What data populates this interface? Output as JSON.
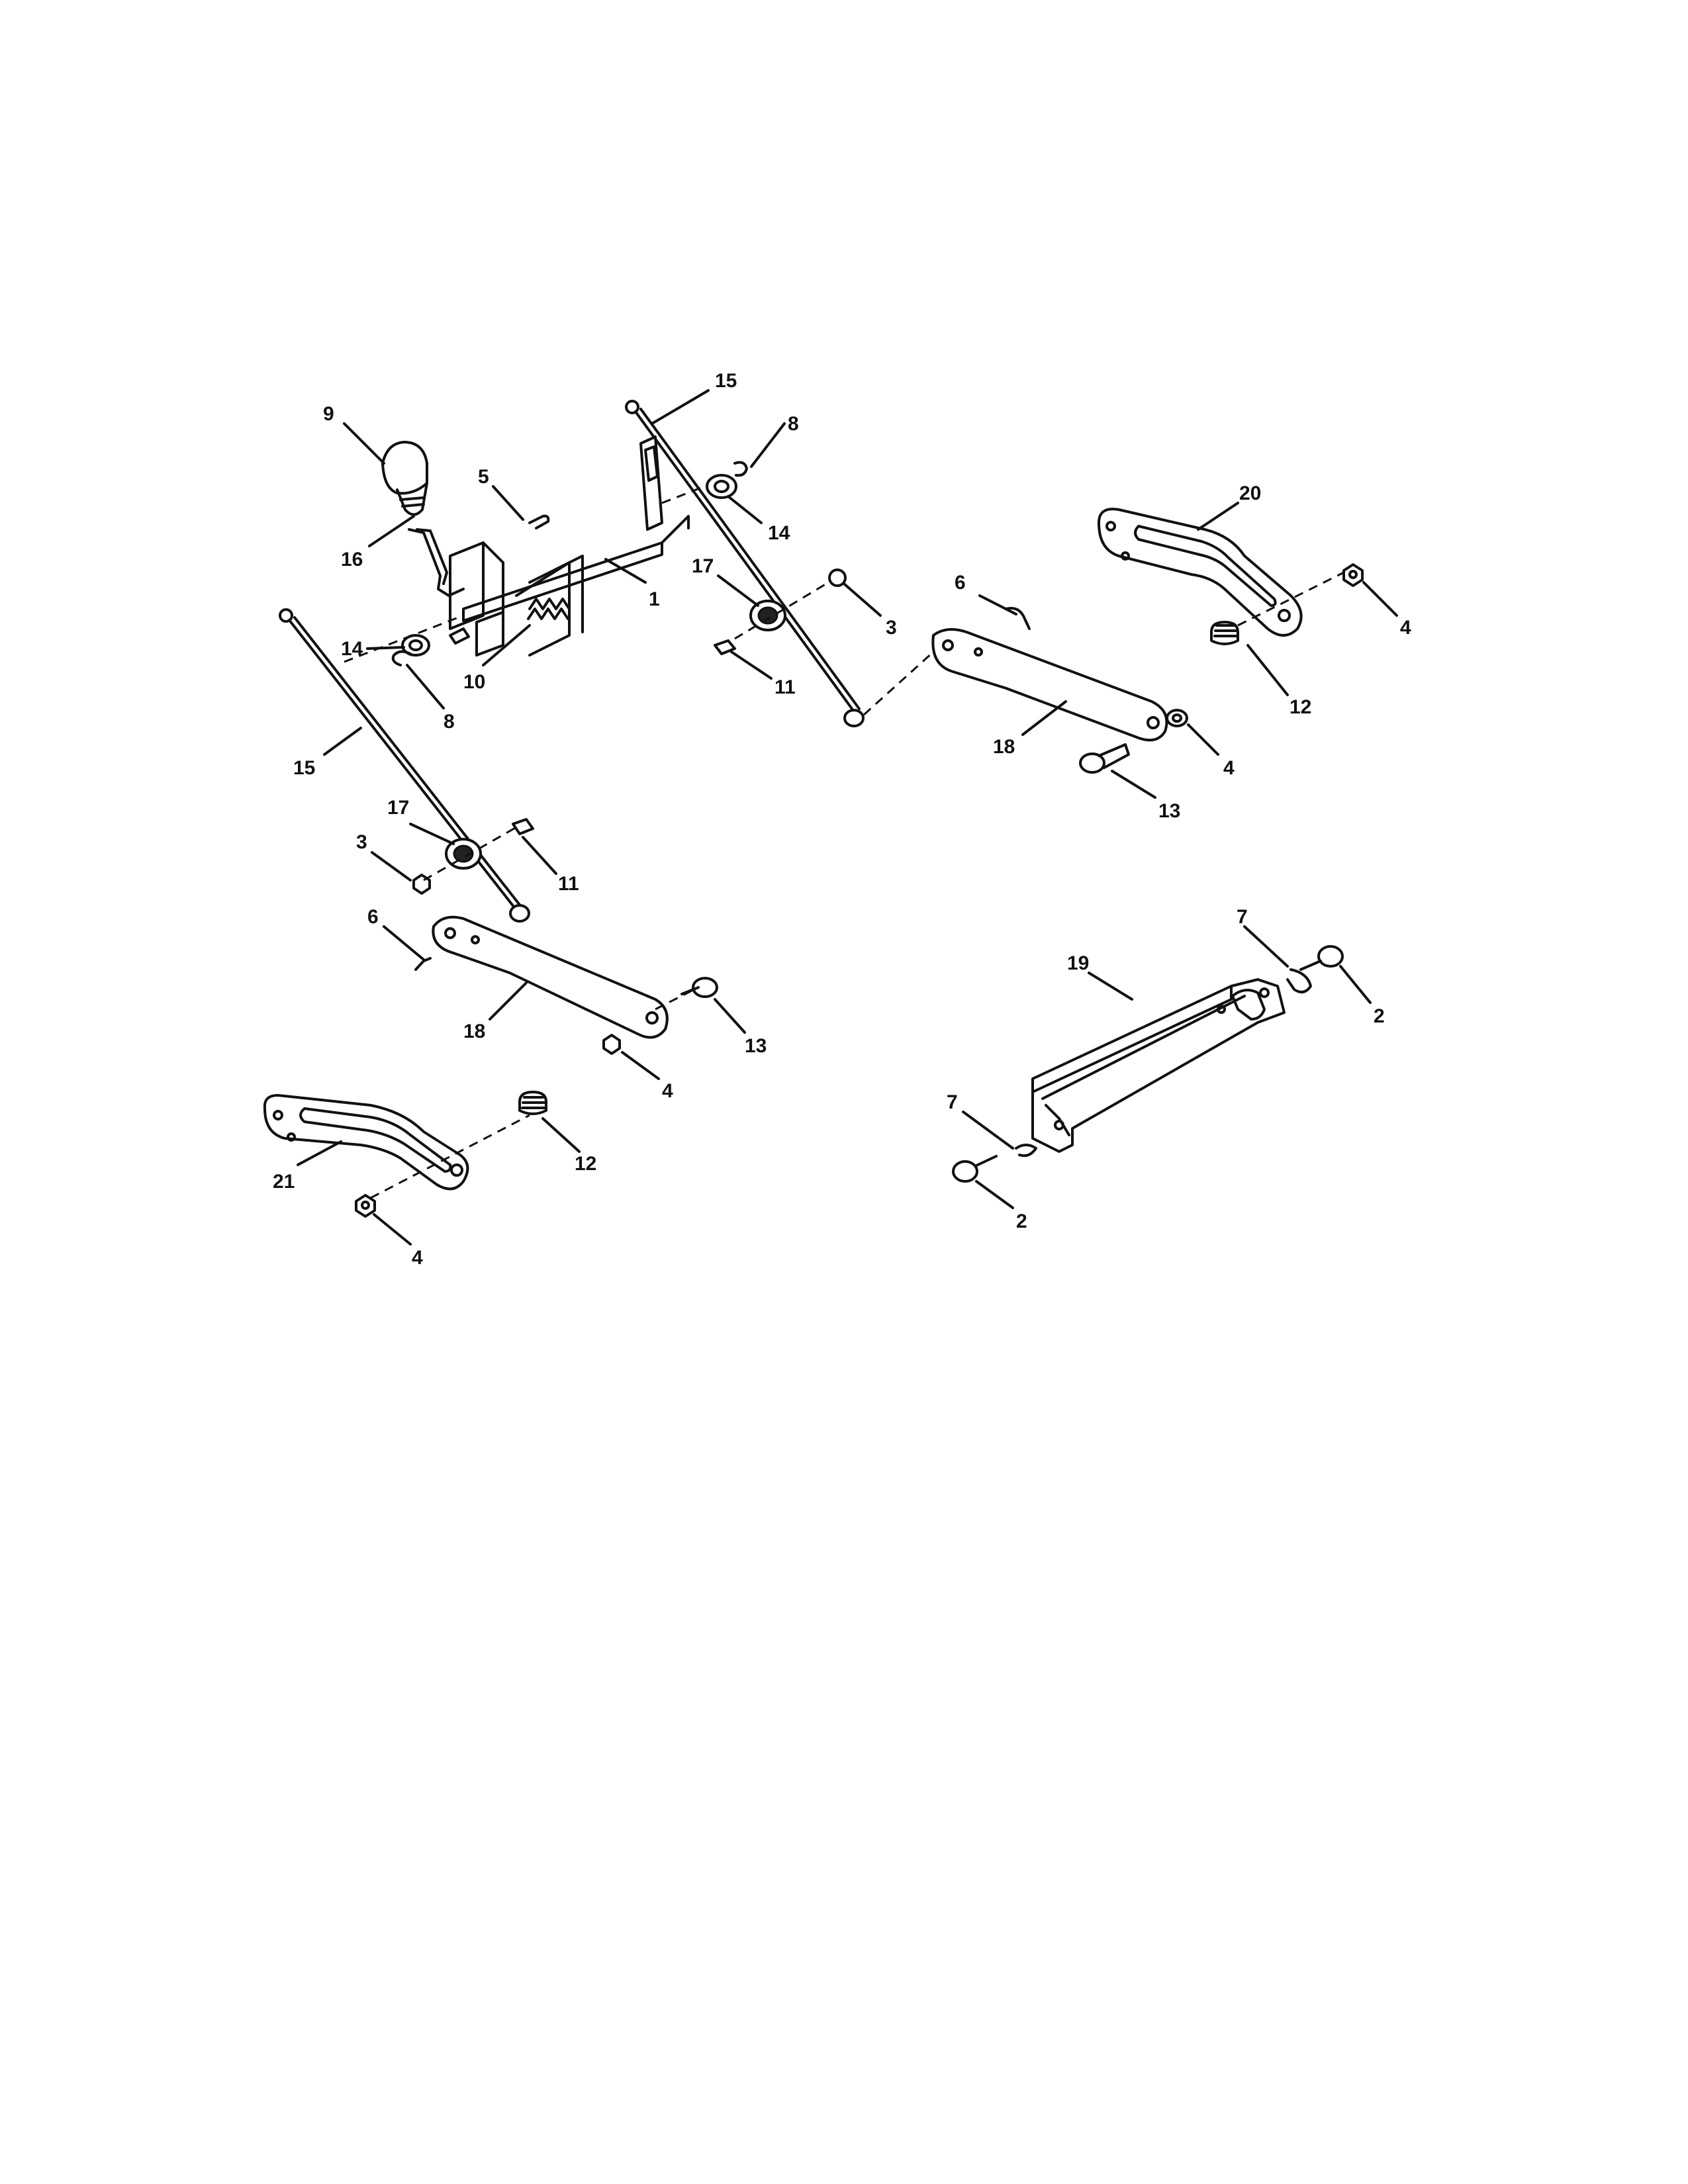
{
  "diagram": {
    "callouts": {
      "c_1": "1",
      "c_2a": "2",
      "c_2b": "2",
      "c_3a": "3",
      "c_3b": "3",
      "c_4a": "4",
      "c_4b": "4",
      "c_4c": "4",
      "c_4d": "4",
      "c_5": "5",
      "c_6a": "6",
      "c_6b": "6",
      "c_7a": "7",
      "c_7b": "7",
      "c_8a": "8",
      "c_8b": "8",
      "c_9": "9",
      "c_10": "10",
      "c_11a": "11",
      "c_11b": "11",
      "c_12a": "12",
      "c_12b": "12",
      "c_13a": "13",
      "c_13b": "13",
      "c_14a": "14",
      "c_14b": "14",
      "c_15a": "15",
      "c_15b": "15",
      "c_16": "16",
      "c_17a": "17",
      "c_17b": "17",
      "c_18a": "18",
      "c_18b": "18",
      "c_19": "19",
      "c_20": "20",
      "c_21": "21"
    }
  }
}
